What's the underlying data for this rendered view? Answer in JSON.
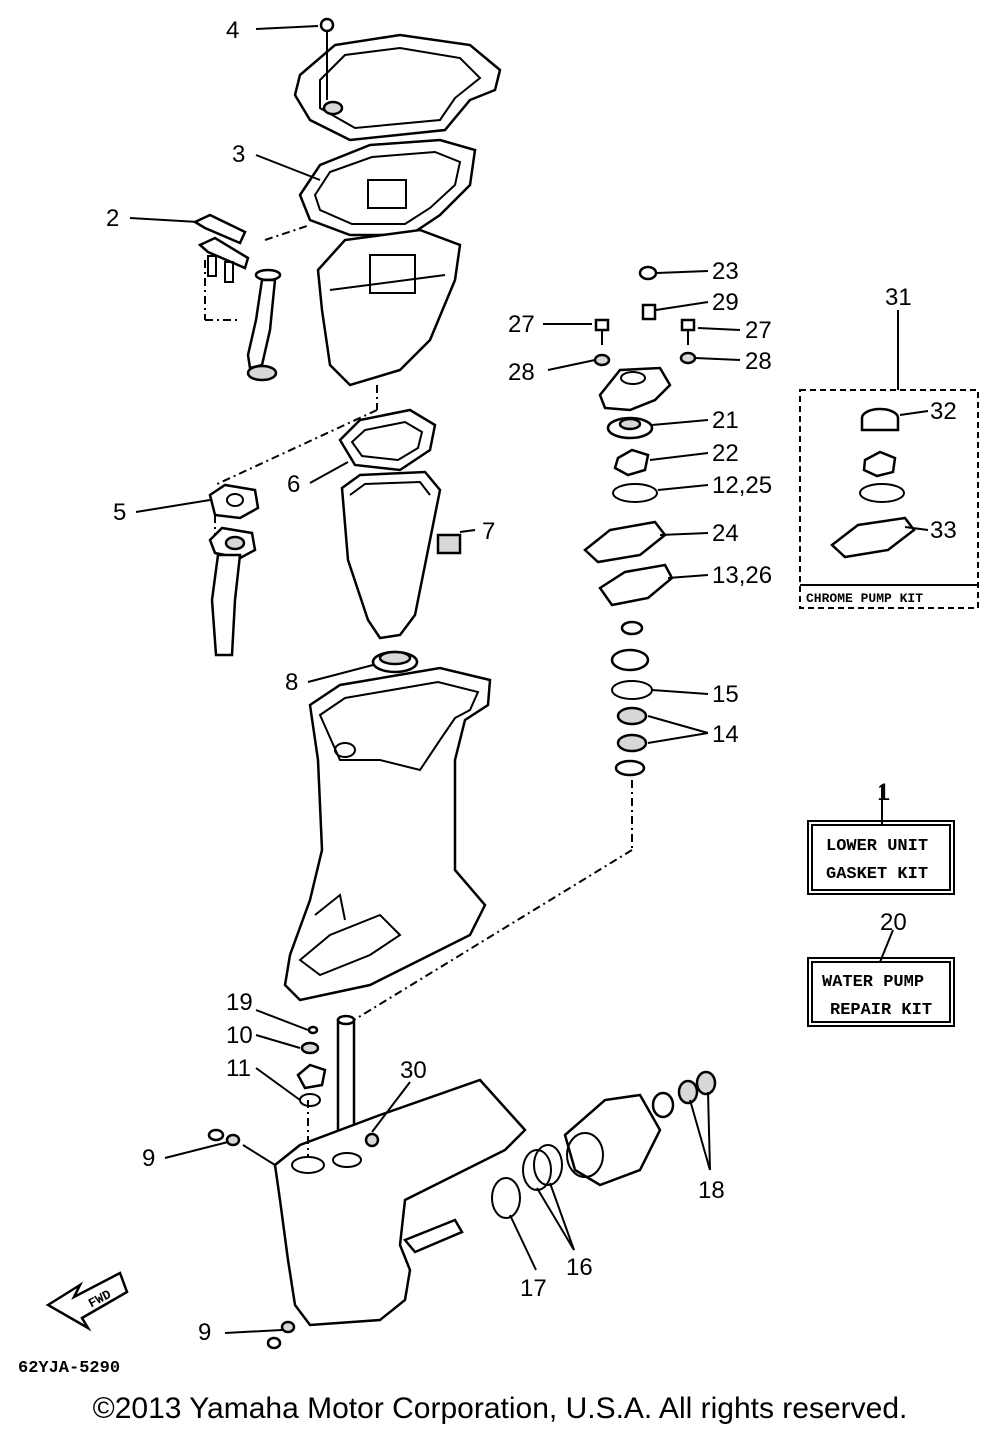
{
  "callouts": [
    {
      "id": "c1",
      "text": "1"
    },
    {
      "id": "c2",
      "text": "2"
    },
    {
      "id": "c3",
      "text": "3"
    },
    {
      "id": "c4",
      "text": "4"
    },
    {
      "id": "c5",
      "text": "5"
    },
    {
      "id": "c6",
      "text": "6"
    },
    {
      "id": "c7",
      "text": "7"
    },
    {
      "id": "c8",
      "text": "8"
    },
    {
      "id": "c9a",
      "text": "9"
    },
    {
      "id": "c9b",
      "text": "9"
    },
    {
      "id": "c10",
      "text": "10"
    },
    {
      "id": "c11",
      "text": "11"
    },
    {
      "id": "c12",
      "text": "12,25"
    },
    {
      "id": "c13",
      "text": "13,26"
    },
    {
      "id": "c14",
      "text": "14"
    },
    {
      "id": "c15",
      "text": "15"
    },
    {
      "id": "c16",
      "text": "16"
    },
    {
      "id": "c17",
      "text": "17"
    },
    {
      "id": "c18",
      "text": "18"
    },
    {
      "id": "c19",
      "text": "19"
    },
    {
      "id": "c20",
      "text": "20"
    },
    {
      "id": "c21",
      "text": "21"
    },
    {
      "id": "c22",
      "text": "22"
    },
    {
      "id": "c23",
      "text": "23"
    },
    {
      "id": "c24",
      "text": "24"
    },
    {
      "id": "c27a",
      "text": "27"
    },
    {
      "id": "c27b",
      "text": "27"
    },
    {
      "id": "c28a",
      "text": "28"
    },
    {
      "id": "c28b",
      "text": "28"
    },
    {
      "id": "c29",
      "text": "29"
    },
    {
      "id": "c30",
      "text": "30"
    },
    {
      "id": "c31",
      "text": "31"
    },
    {
      "id": "c32",
      "text": "32"
    },
    {
      "id": "c33",
      "text": "33"
    }
  ],
  "kits": {
    "chrome_pump": "CHROME PUMP KIT",
    "lower_unit_line1": "LOWER UNIT",
    "lower_unit_line2": "GASKET KIT",
    "water_pump_line1": "WATER PUMP",
    "water_pump_line2": "REPAIR KIT"
  },
  "fwd_label": "FWD",
  "diagram_code": "62YJA-5290",
  "copyright": "©2013 Yamaha Motor Corporation, U.S.A. All rights reserved."
}
